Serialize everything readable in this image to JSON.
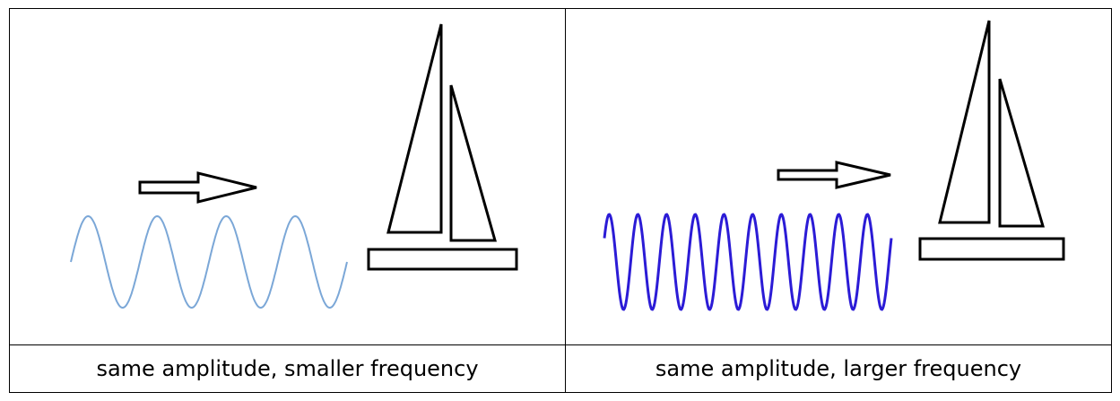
{
  "panels": [
    {
      "caption": "same amplitude, smaller frequency",
      "wave": {
        "cycles": 4,
        "color": "#7ba7d7",
        "stroke_style": "thin"
      },
      "icons": [
        "arrow-right-icon",
        "sailboat-icon"
      ]
    },
    {
      "caption": "same amplitude, larger frequency",
      "wave": {
        "cycles": 10,
        "color": "#2b1bd6",
        "stroke_style": "thick"
      },
      "icons": [
        "arrow-right-icon",
        "sailboat-icon"
      ]
    }
  ]
}
